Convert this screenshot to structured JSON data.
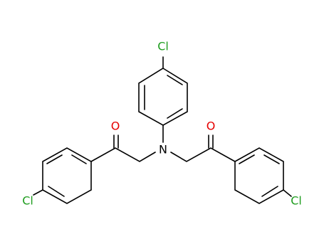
{
  "colors": {
    "bond": "#000000",
    "chlorine": "#1f9d1f",
    "oxygen": "#e60000",
    "nitrogen": "#000000"
  },
  "labels": {
    "cl_top": "Cl",
    "cl_left": "Cl",
    "cl_right": "Cl",
    "o_left": "O",
    "o_right": "O",
    "n_center": "N"
  }
}
